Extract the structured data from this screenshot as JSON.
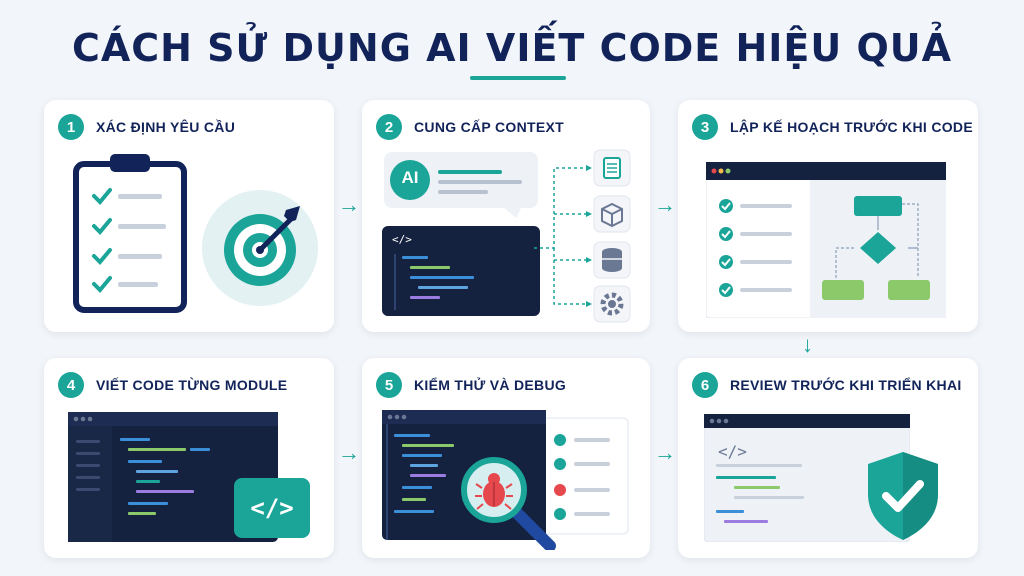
{
  "title": "CÁCH SỬ DỤNG AI VIẾT CODE HIỆU QUẢ",
  "steps": [
    {
      "number": "1",
      "label": "XÁC ĐỊNH YÊU CẦU"
    },
    {
      "number": "2",
      "label": "CUNG CẤP CONTEXT"
    },
    {
      "number": "3",
      "label": "LẬP KẾ HOẠCH TRƯỚC KHI CODE"
    },
    {
      "number": "4",
      "label": "VIẾT CODE TỪNG MODULE"
    },
    {
      "number": "5",
      "label": "KIỂM THỬ VÀ DEBUG"
    },
    {
      "number": "6",
      "label": "REVIEW TRƯỚC KHI TRIỂN KHAI"
    }
  ],
  "ai_badge": "AI",
  "code_tag": "</>",
  "colors": {
    "teal": "#1aa598",
    "navy": "#12235a",
    "code_bg": "#14213f",
    "green": "#8bc96a",
    "red": "#e5484d"
  }
}
